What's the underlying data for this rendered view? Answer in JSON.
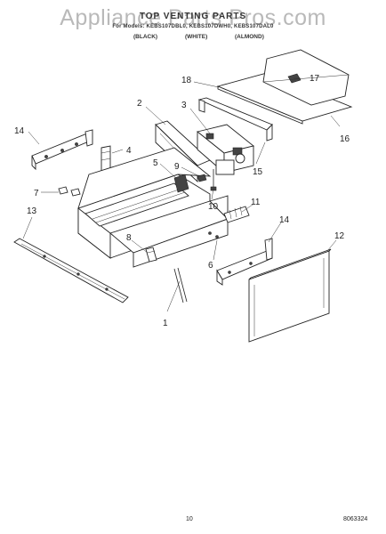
{
  "watermark": "Appliance Parts Pros.com",
  "header": {
    "title": "TOP VENTING PARTS",
    "models": "For Models: KEBS107DBL0, KEBS107DWH0, KEBS107DAL0",
    "variants": [
      "(BLACK)",
      "(WHITE)",
      "(ALMOND)"
    ]
  },
  "callouts": [
    "1",
    "2",
    "3",
    "4",
    "5",
    "6",
    "7",
    "8",
    "9",
    "10",
    "11",
    "12",
    "13",
    "14",
    "14",
    "15",
    "16",
    "17",
    "18"
  ],
  "footer": {
    "page_number": "10",
    "doc_number": "8063324"
  }
}
